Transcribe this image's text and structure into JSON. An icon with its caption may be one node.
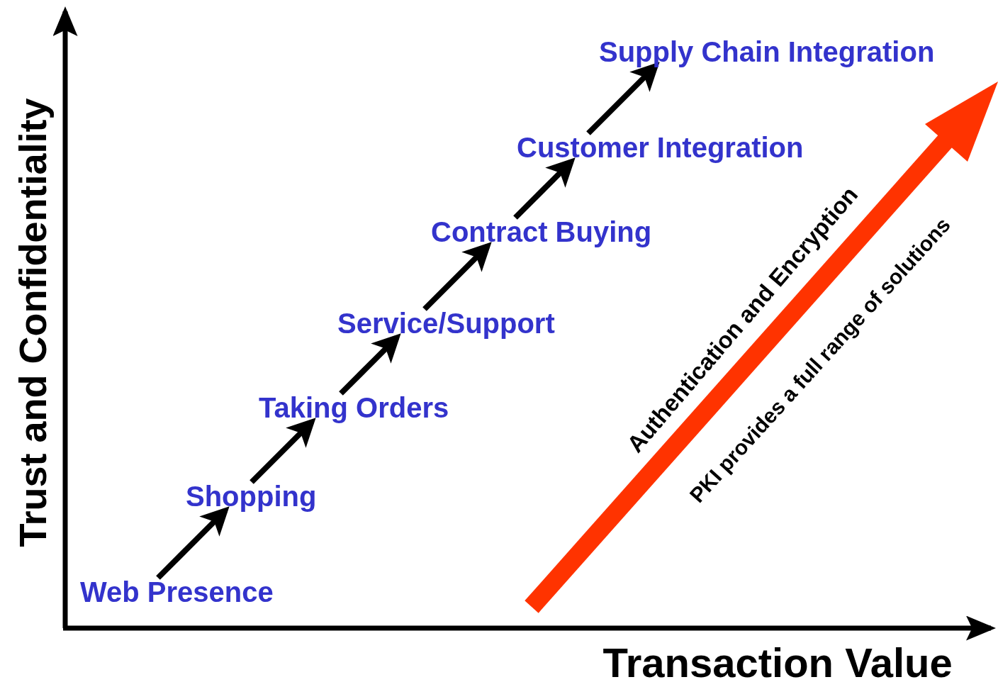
{
  "diagram": {
    "nodes": [
      {
        "text": [
          "Web Presence"
        ]
      },
      {
        "text": [
          "Shopping"
        ]
      },
      {
        "text": [
          "Taking Orders"
        ]
      },
      {
        "text": [
          "Service/Support"
        ]
      },
      {
        "text": [
          "Contract Buying"
        ]
      },
      {
        "text": [
          "Customer Integration"
        ]
      },
      {
        "text": [
          "Supply Chain Integration"
        ]
      }
    ],
    "edges": [
      {
        "from": 0,
        "to": 1,
        "arrow": "to"
      },
      {
        "from": 1,
        "to": 2,
        "arrow": "to"
      },
      {
        "from": 2,
        "to": 3,
        "arrow": "to"
      },
      {
        "from": 3,
        "to": 4,
        "arrow": "to"
      },
      {
        "from": 4,
        "to": 5,
        "arrow": "to"
      },
      {
        "from": 5,
        "to": 6,
        "arrow": "to"
      }
    ],
    "labels": [
      "Trust and Confidentiality",
      "Authentication and Encryption",
      "PKI provides a full range of solutions",
      "Transaction Value"
    ]
  }
}
